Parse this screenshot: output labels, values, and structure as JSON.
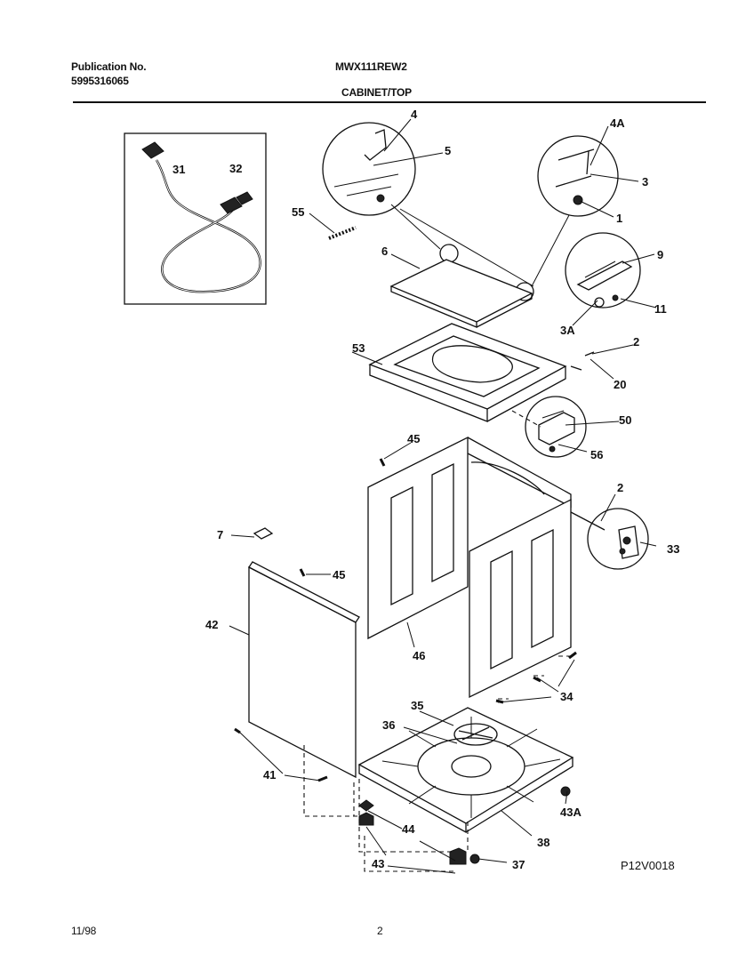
{
  "header": {
    "publication_label": "Publication No.",
    "publication_number": "5995316065",
    "model": "MWX111REW2",
    "section": "CABINET/TOP"
  },
  "callouts": [
    "4",
    "5",
    "4A",
    "3",
    "1",
    "55",
    "6",
    "9",
    "11",
    "3A",
    "2",
    "53",
    "20",
    "50",
    "56",
    "45",
    "2",
    "7",
    "45",
    "33",
    "42",
    "46",
    "34",
    "35",
    "36",
    "41",
    "43A",
    "44",
    "38",
    "43",
    "37",
    "31",
    "32"
  ],
  "figure_code": "P12V0018",
  "footer": {
    "date": "11/98",
    "page": "2"
  }
}
